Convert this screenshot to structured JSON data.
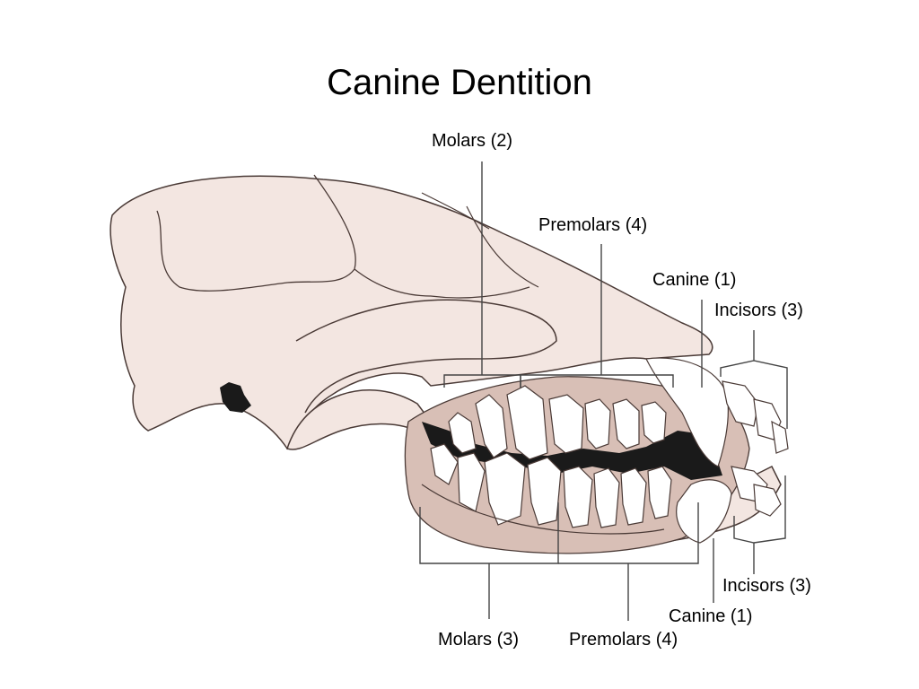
{
  "slide": {
    "title": "Canine Dentition"
  },
  "labels": {
    "upper_molars": "Molars (2)",
    "upper_premolars": "Premolars (4)",
    "upper_canine": "Canine (1)",
    "upper_incisors": "Incisors (3)",
    "lower_incisors": "Incisors (3)",
    "lower_canine": "Canine (1)",
    "lower_molars": "Molars (3)",
    "lower_premolars": "Premolars (4)"
  },
  "colors": {
    "bone": "#f3e6e1",
    "gum": "#d8bfb6",
    "tooth": "#ffffff",
    "shadow": "#1a1a1a",
    "outline": "#4a3a36",
    "leader": "#444444"
  }
}
